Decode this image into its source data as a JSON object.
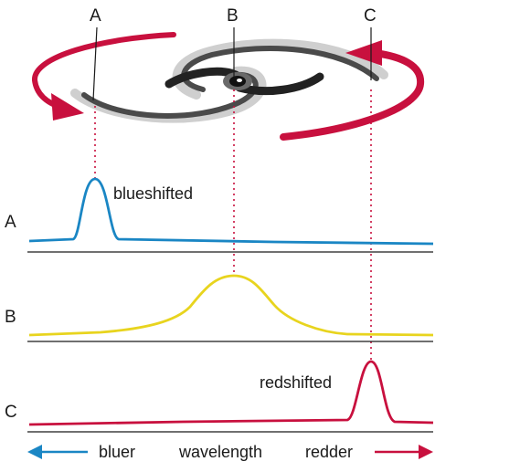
{
  "galaxy": {
    "points": [
      {
        "id": "A",
        "label": "A"
      },
      {
        "id": "B",
        "label": "B"
      },
      {
        "id": "C",
        "label": "C"
      }
    ]
  },
  "spectra": [
    {
      "id": "A",
      "row_label": "A",
      "annotation": "blueshifted",
      "color": "#1a86c4"
    },
    {
      "id": "B",
      "row_label": "B",
      "annotation": "",
      "color": "#e8d41e"
    },
    {
      "id": "C",
      "row_label": "C",
      "annotation": "redshifted",
      "color": "#c8103e"
    }
  ],
  "axis": {
    "left_word": "bluer",
    "center_word": "wavelength",
    "right_word": "redder",
    "left_color": "#1a86c4",
    "right_color": "#c8103e"
  },
  "colors": {
    "rotation_arrow": "#c8103e",
    "guide_dots": "#c8103e",
    "baseline": "#1a1a1a"
  }
}
